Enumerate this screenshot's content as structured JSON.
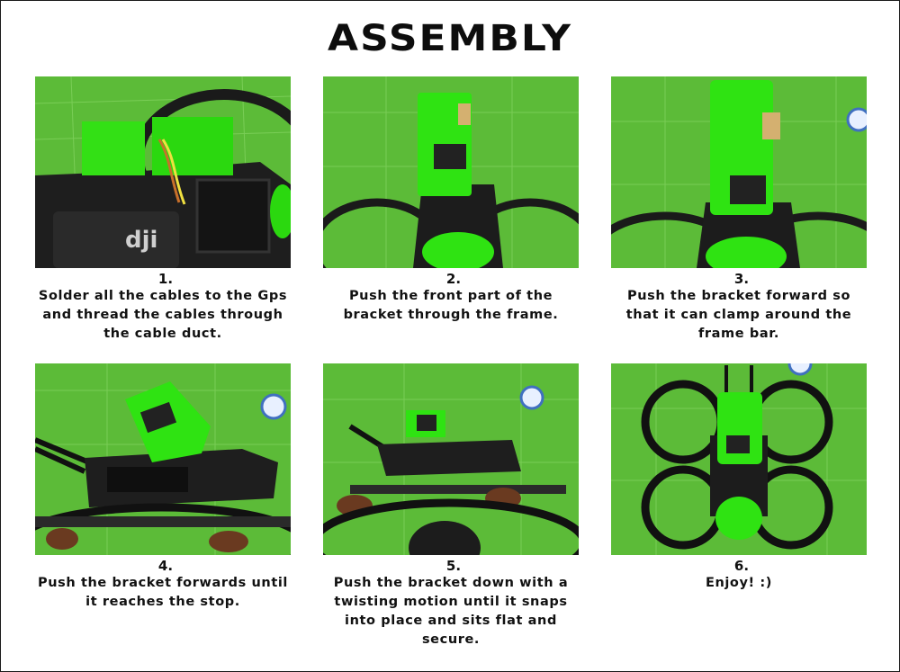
{
  "title": "ASSEMBLY",
  "colors": {
    "mat_green": "#5fbf3a",
    "grid_line": "#8ed86a",
    "print_green": "#2fe312",
    "frame_black": "#1c1c1c"
  },
  "steps": [
    {
      "number": "1.",
      "caption": "Solder all the cables to the Gps and thread the cables through the cable duct."
    },
    {
      "number": "2.",
      "caption": "Push the front part of the bracket through the frame."
    },
    {
      "number": "3.",
      "caption": "Push the bracket forward so that it can clamp around the frame bar."
    },
    {
      "number": "4.",
      "caption": "Push the bracket forwards until it reaches the stop."
    },
    {
      "number": "5.",
      "caption": "Push the bracket down with a twisting motion until it snaps into place and sits flat and secure."
    },
    {
      "number": "6.",
      "caption": "Enjoy! :)"
    }
  ]
}
